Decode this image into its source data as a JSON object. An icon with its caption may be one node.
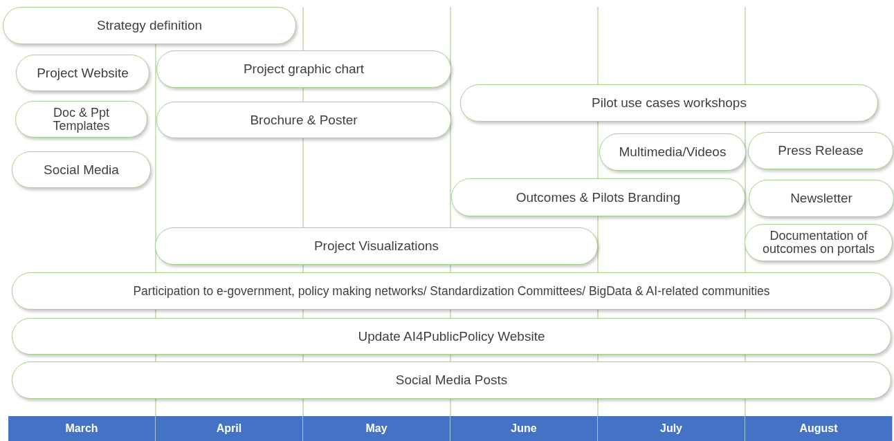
{
  "diagram": {
    "nodes": [
      {
        "text": [
          "Strategy definition"
        ]
      },
      {
        "text": [
          "Project Website"
        ]
      },
      {
        "text": [
          "Doc & Ppt Templates"
        ]
      },
      {
        "text": [
          "Social Media"
        ]
      },
      {
        "text": [
          "Project graphic chart"
        ]
      },
      {
        "text": [
          "Brochure & Poster"
        ]
      },
      {
        "text": [
          "Pilot use cases workshops"
        ]
      },
      {
        "text": [
          "Multimedia/Videos"
        ]
      },
      {
        "text": [
          "Press Release"
        ]
      },
      {
        "text": [
          "Outcomes & Pilots Branding"
        ]
      },
      {
        "text": [
          "Newsletter"
        ]
      },
      {
        "text": [
          "Project Visualizations"
        ]
      },
      {
        "text": [
          "Documentation of outcomes on portals"
        ]
      },
      {
        "text": [
          "Participation to e-government, policy making networks/ Standardization Committees/ BigData & AI-related communities"
        ]
      },
      {
        "text": [
          "Update AI4PublicPolicy Website"
        ]
      },
      {
        "text": [
          "Social Media Posts"
        ]
      }
    ],
    "labels": [
      "March",
      "April",
      "May",
      "June",
      "July",
      "August"
    ]
  }
}
